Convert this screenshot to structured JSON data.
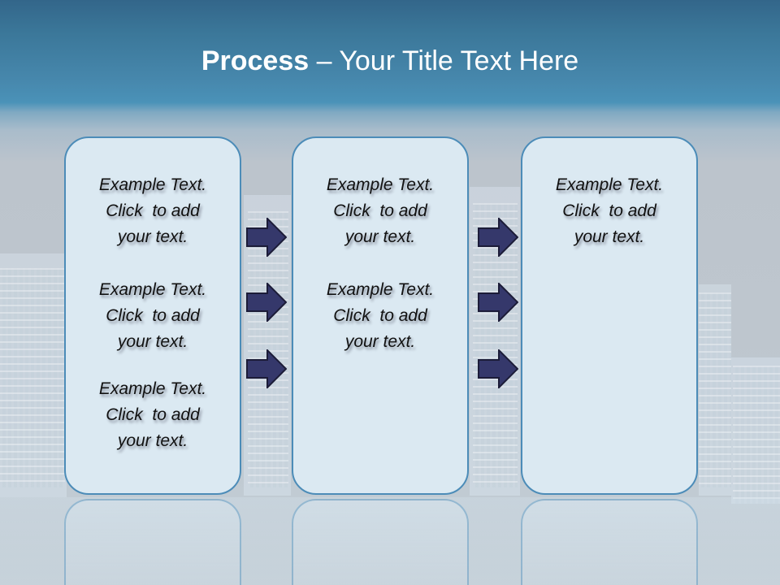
{
  "slide": {
    "title_bold": "Process",
    "title_rest": " – Your Title Text Here",
    "colors": {
      "header_top": "#33668a",
      "header_bottom": "#4a92b8",
      "box_fill": "#dbe9f2",
      "box_border": "#4c8cb8",
      "arrow_fill": "#35386b",
      "arrow_stroke": "#1c1c38",
      "text": "#111111"
    },
    "columns": [
      {
        "items": [
          {
            "line1": "Example Text.",
            "line2": "Click  to add",
            "line3": "your text."
          },
          {
            "line1": "Example Text.",
            "line2": "Click  to add",
            "line3": "your text."
          },
          {
            "line1": "Example Text.",
            "line2": "Click  to add",
            "line3": "your text."
          }
        ]
      },
      {
        "items": [
          {
            "line1": "Example Text.",
            "line2": "Click  to add",
            "line3": "your text."
          },
          {
            "line1": "Example Text.",
            "line2": "Click  to add",
            "line3": "your text."
          }
        ]
      },
      {
        "items": [
          {
            "line1": "Example Text.",
            "line2": "Click  to add",
            "line3": "your text."
          }
        ]
      }
    ],
    "arrows": {
      "icon": "right-arrow-icon",
      "count_between_each_pair": 3
    }
  }
}
